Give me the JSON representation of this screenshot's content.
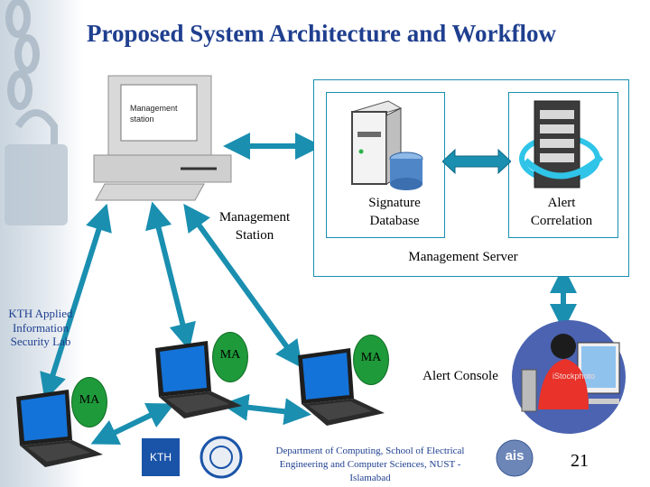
{
  "title": "Proposed System Architecture and Workflow",
  "management_station": {
    "screen_text": "Management station",
    "label": "Management Station"
  },
  "management_server": {
    "label": "Management Server",
    "signature_database": "Signature Database",
    "alert_correlation": "Alert Correlation"
  },
  "agents": {
    "label": "MA"
  },
  "alert_console": {
    "label": "Alert Console",
    "watermark": "iStockphoto"
  },
  "side_label": "KTH Applied Information Security Lab",
  "logos": {
    "kth": "KTH",
    "ais": "ais"
  },
  "footer": "Department of Computing, School of Electrical Engineering and Computer Sciences, NUST - Islamabad",
  "page_number": "21",
  "colors": {
    "title": "#1f3f8f",
    "arrow": "#1a8fb0",
    "agent_bubble": "#1f9a3a",
    "console_bg": "#4b63b0"
  }
}
